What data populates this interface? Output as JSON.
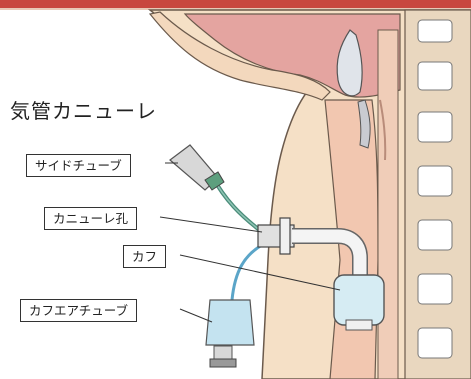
{
  "title": "気管カニューレ",
  "labels": {
    "side_tube": "サイドチューブ",
    "cannula_hole": "カニューレ孔",
    "cuff": "カフ",
    "cuff_air_tube": "カフエアチューブ"
  }
}
